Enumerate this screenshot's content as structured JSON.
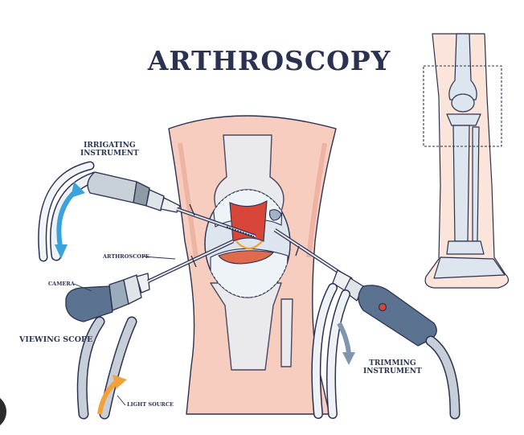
{
  "title": "ARTHROSCOPY",
  "labels": {
    "irrigating": [
      "IRRIGATING",
      "INSTRUMENT"
    ],
    "arthroscope": "ARTHROSCOPE",
    "camera": "CAMERA",
    "viewing_scope": "VIEWING SCOPE",
    "trimming": [
      "TRIMMING",
      "INSTRUMENT"
    ],
    "light_source": "LIGHT SOURCE"
  },
  "colors": {
    "outline": "#2b3150",
    "skin": "#f6cdbf",
    "bone": "#dde6ee",
    "arrow_blue": "#3aa3dc",
    "arrow_orange": "#f2a23a",
    "tool_body": "#5b7390",
    "cartilage": "#d8463a"
  },
  "icons": [
    "leg-skeleton-inset",
    "knee-joint",
    "irrigating-instrument",
    "viewing-scope-camera",
    "trimming-instrument",
    "flow-arrow"
  ]
}
